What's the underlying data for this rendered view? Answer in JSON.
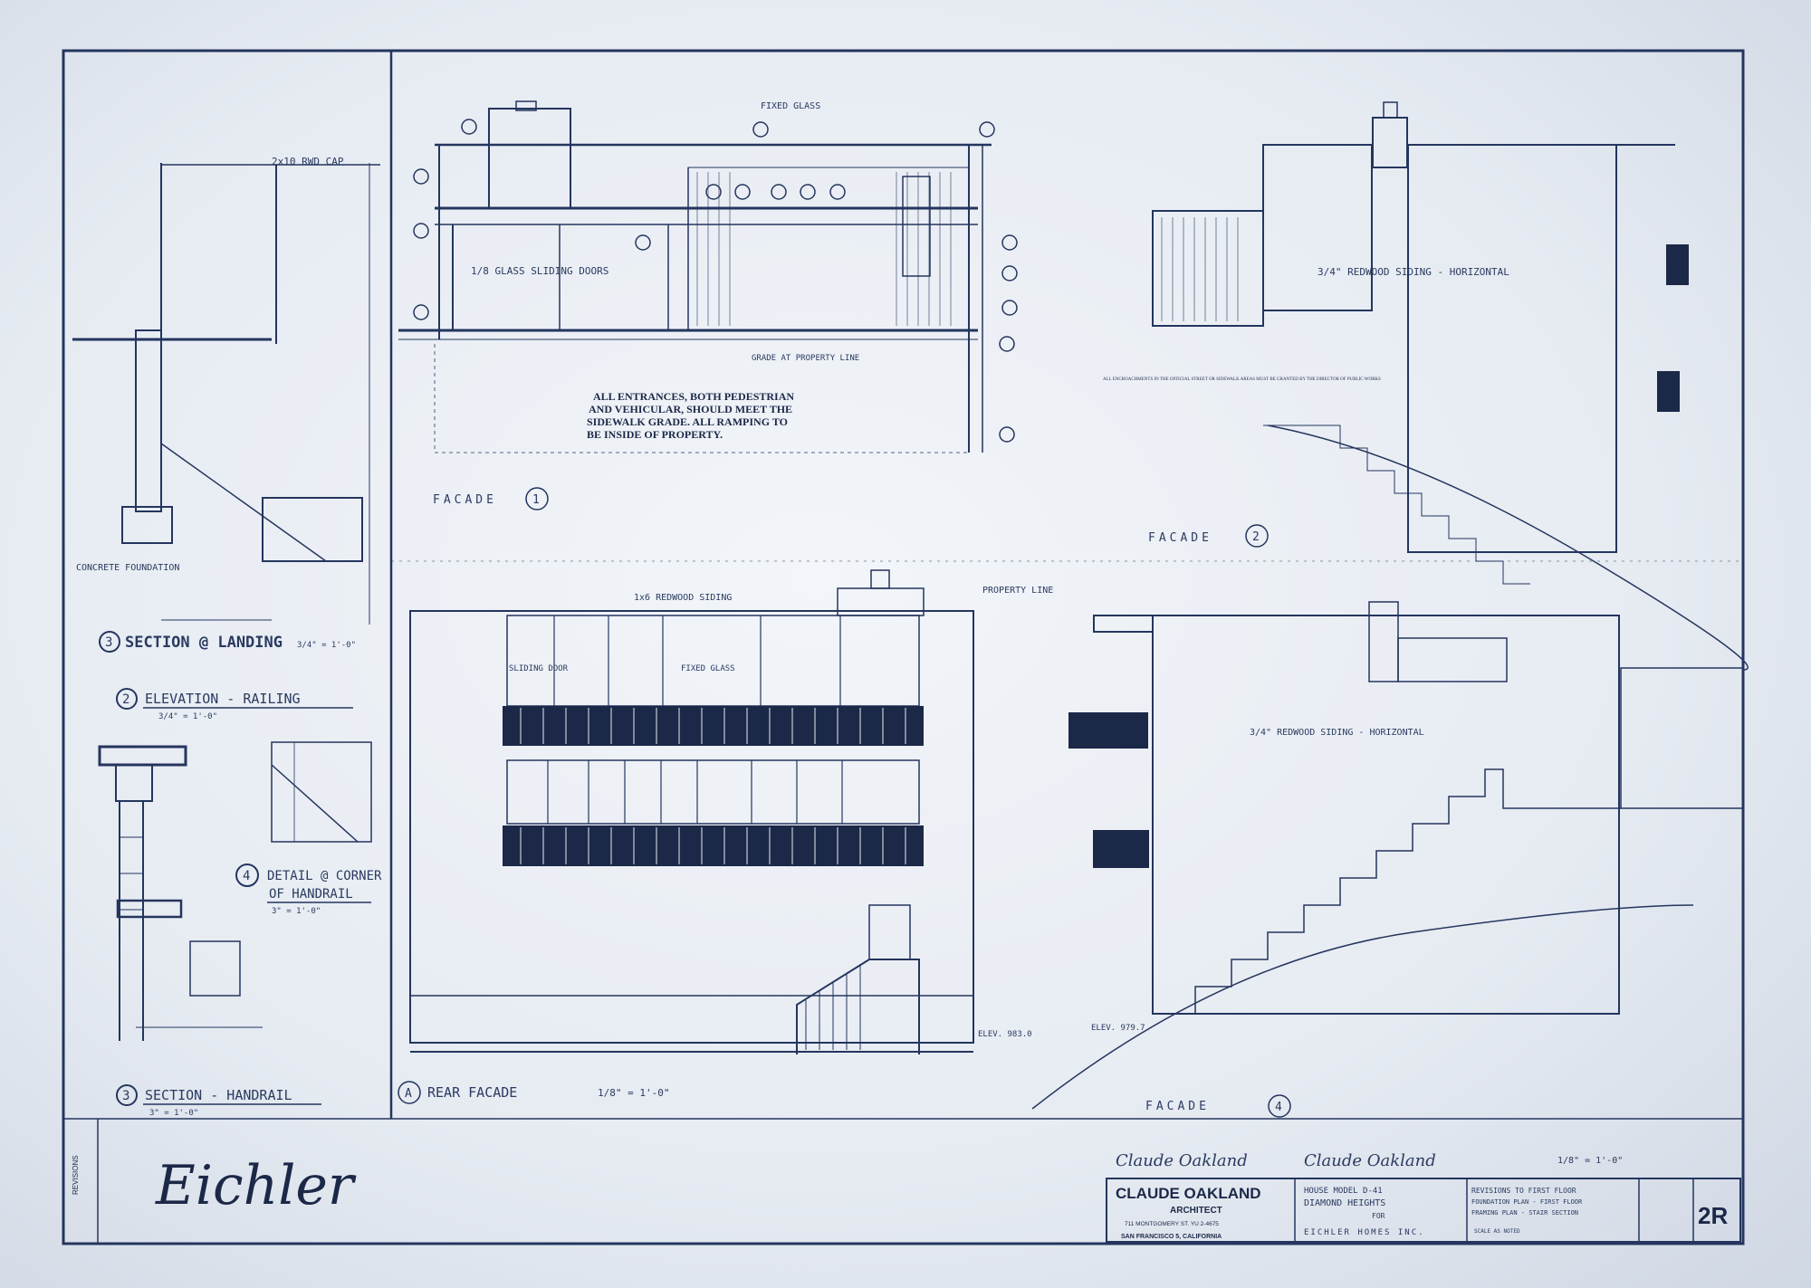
{
  "sidewalk_note": [
    "ALL ENTRANCES, BOTH PEDESTRIAN",
    "AND VEHICULAR, SHOULD MEET THE",
    "SIDEWALK GRADE. ALL RAMPING TO",
    "BE INSIDE OF PROPERTY."
  ],
  "views": {
    "facade_1": {
      "label": "FACADE",
      "number": "1"
    },
    "facade_2": {
      "label": "FACADE",
      "number": "2"
    },
    "facade_4": {
      "label": "FACADE",
      "number": "4"
    },
    "rear": {
      "letter": "A",
      "label": "REAR FACADE",
      "scale": "1/8\" = 1'-0\""
    }
  },
  "details": {
    "section_landing": {
      "number": "3",
      "label": "SECTION @ LANDING",
      "scale": "3/4\" = 1'-0\""
    },
    "elevation_railing": {
      "number": "2",
      "label": "ELEVATION - RAILING",
      "scale": "3/4\" = 1'-0\""
    },
    "section_handrail": {
      "number": "3",
      "label": "SECTION - HANDRAIL",
      "scale": "3\" = 1'-0\""
    },
    "detail_corner": {
      "number": "4",
      "label_1": "DETAIL @ CORNER",
      "label_2": "OF HANDRAIL",
      "scale": "3\" = 1'-0\""
    }
  },
  "annotations": {
    "fixed_glass": "FIXED GLASS",
    "sliding_doors": "1/8 GLASS SLIDING DOORS",
    "grade_at_property_line": "GRADE AT PROPERTY LINE",
    "redwood_siding_horizontal": "3/4\" REDWOOD SIDING - HORIZONTAL",
    "redwood_siding": "1x6 REDWOOD SIDING",
    "property_line": "PROPERTY LINE",
    "sliding_door": "SLIDING DOOR",
    "fixed_glass_short": "FIXED GLASS",
    "elev_1": "ELEV. 983.0",
    "elev_2": "ELEV. 979.7",
    "redwood_cap": "2x10 RWD CAP",
    "concrete_foundation": "CONCRETE FOUNDATION",
    "sidewalk_grade_text": "ALL ENCROACHMENTS IN THE OFFICIAL STREET OR SIDEWALK AREAS MUST BE GRANTED BY THE DIRECTOR OF PUBLIC WORKS"
  },
  "title_block": {
    "architect": "CLAUDE OAKLAND",
    "architect_role": "ARCHITECT",
    "architect_address": "711 MONTGOMERY ST. YU 2-4675",
    "architect_city": "SAN FRANCISCO 5, CALIFORNIA",
    "project_line_1": "HOUSE MODEL D-41",
    "project_line_2": "DIAMOND HEIGHTS",
    "project_line_3": "FOR",
    "client": "EICHLER HOMES INC.",
    "sheet_title_1": "REVISIONS TO FIRST FLOOR",
    "sheet_title_2": "FOUNDATION PLAN - FIRST FLOOR",
    "sheet_title_3": "FRAMING PLAN - STAIR SECTION",
    "scale": "SCALE AS NOTED",
    "sheet_number": "2R",
    "revisions_label": "REVISIONS",
    "overall_scale": "1/8\" = 1'-0\""
  },
  "logo_text": "Eichler",
  "signatures": [
    "Claude Oakland",
    "Claude Oakland"
  ]
}
